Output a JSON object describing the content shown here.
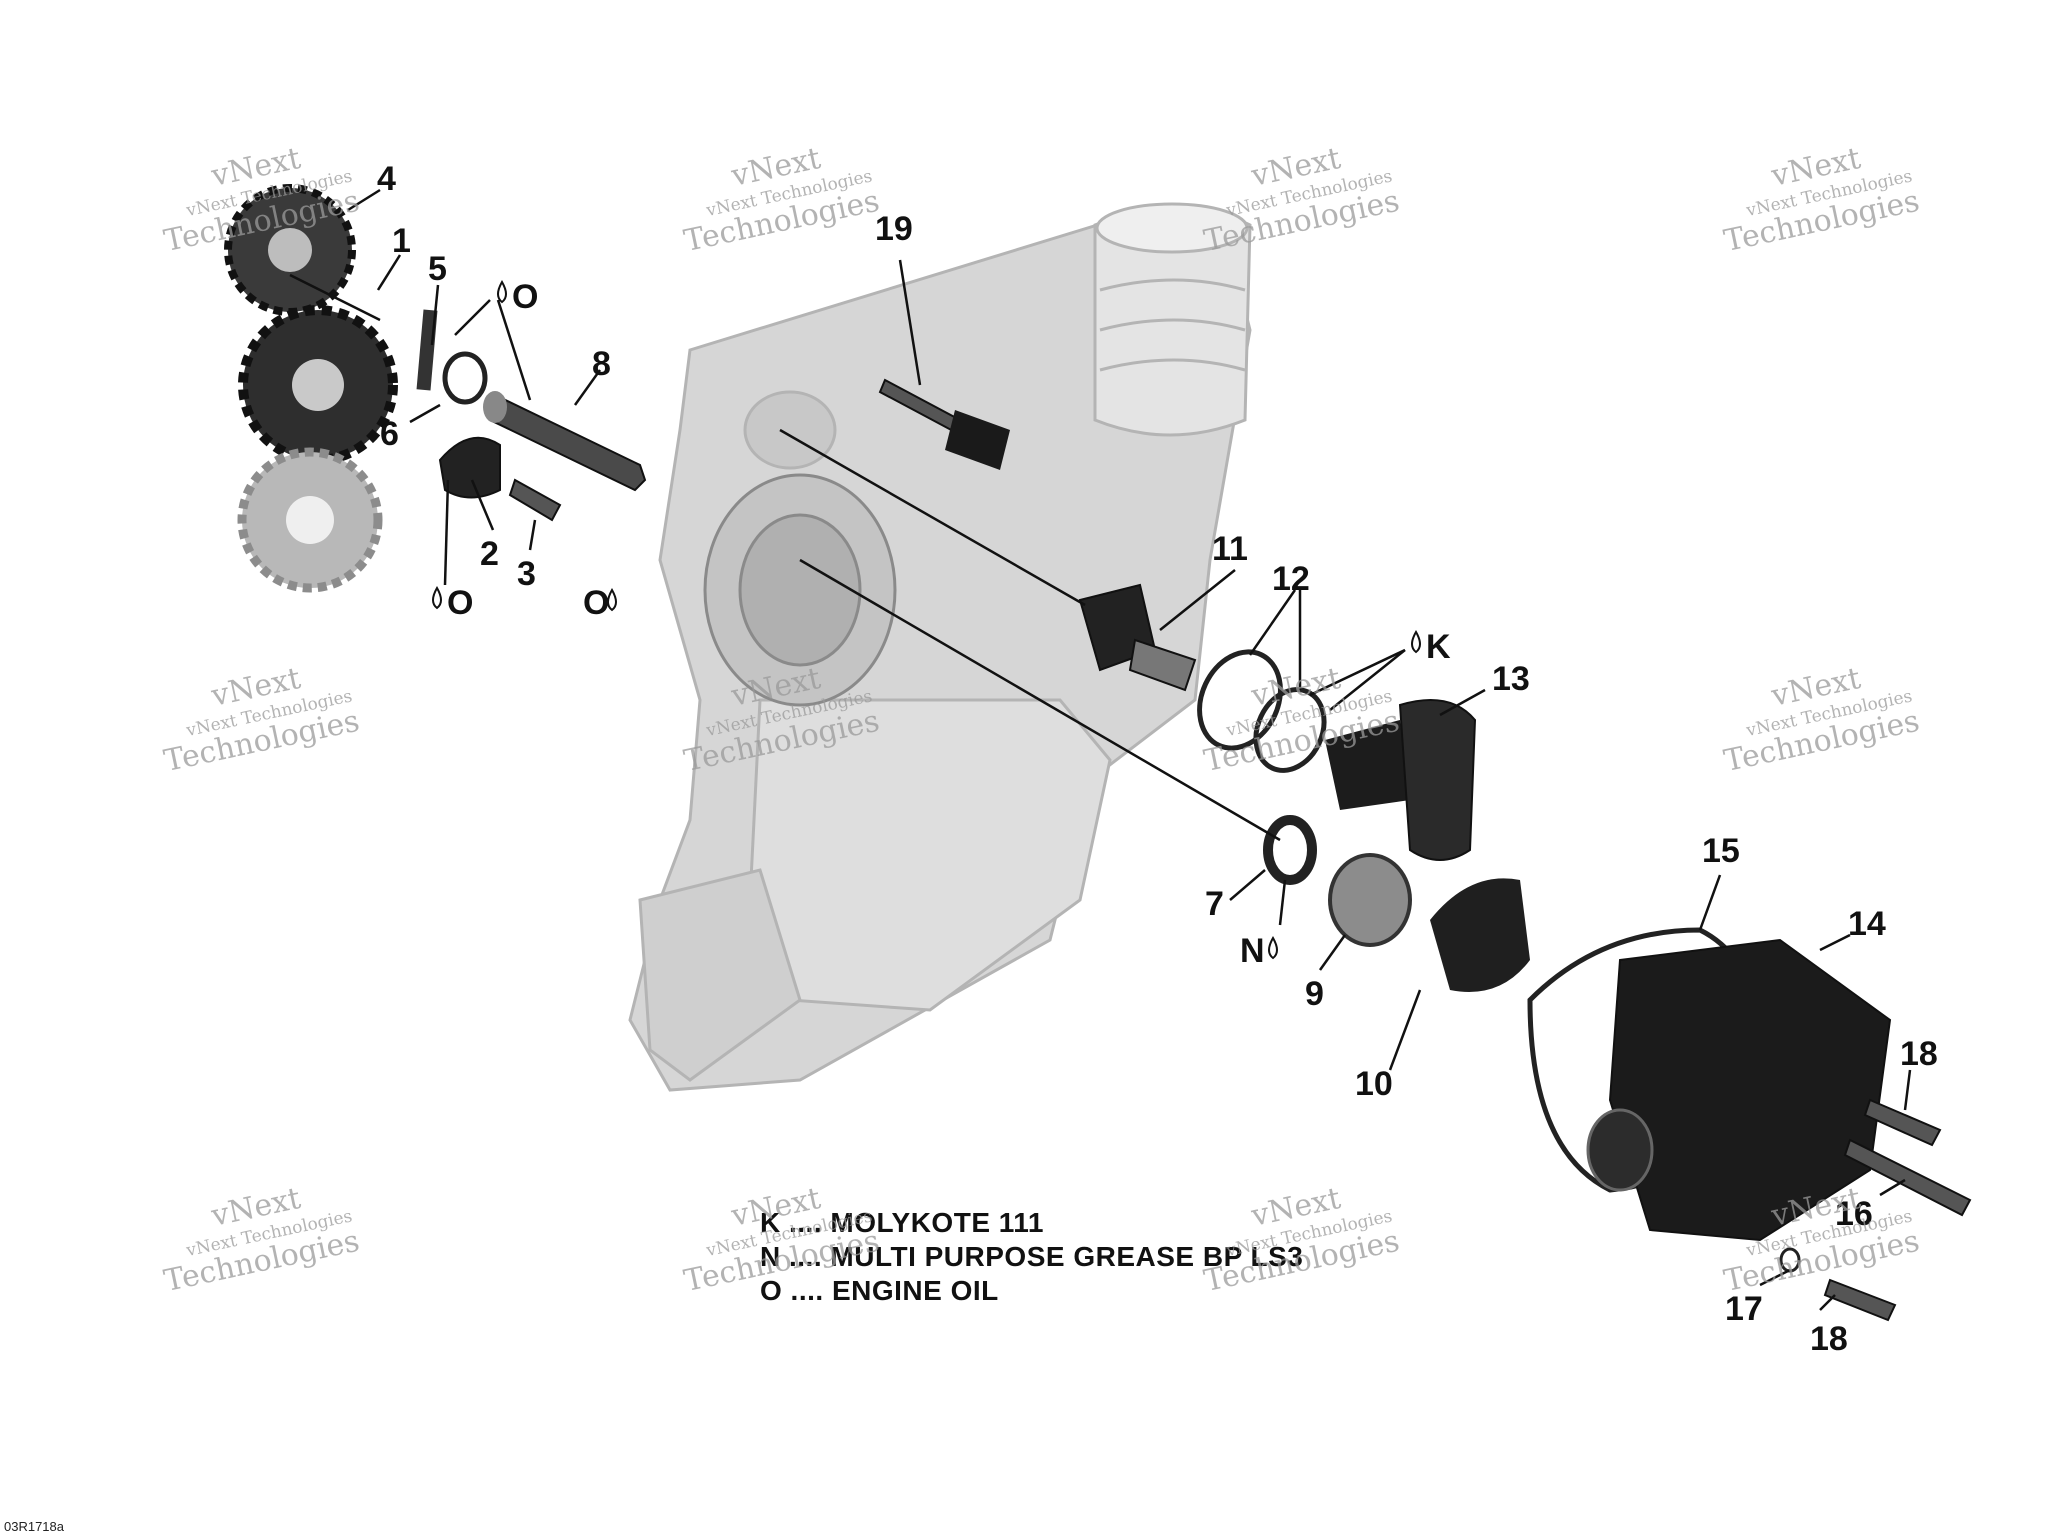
{
  "callouts": {
    "c1": "1",
    "c2": "2",
    "c3": "3",
    "c4": "4",
    "c5": "5",
    "c6": "6",
    "c7": "7",
    "c8": "8",
    "c9": "9",
    "c10": "10",
    "c11": "11",
    "c12": "12",
    "c13": "13",
    "c14": "14",
    "c15": "15",
    "c16": "16",
    "c17": "17",
    "c18a": "18",
    "c18b": "18",
    "c19": "19"
  },
  "lube_marks": {
    "o": "O",
    "k": "K",
    "n": "N"
  },
  "legend": {
    "k": "K .... MOLYKOTE 111",
    "n": "N .... MULTI PURPOSE GREASE BP LS3",
    "o": "O .... ENGINE OIL"
  },
  "watermark": {
    "line1": "vNext Technologies",
    "line2": "vNext",
    "line3": "Technologies"
  },
  "reference": "03R1718a",
  "colors": {
    "housing": "#d6d6d6",
    "housing_stroke": "#b0b0b0",
    "part_dark": "#1e1e1e",
    "part_mid": "#5a5a5a",
    "ink": "#111111"
  }
}
